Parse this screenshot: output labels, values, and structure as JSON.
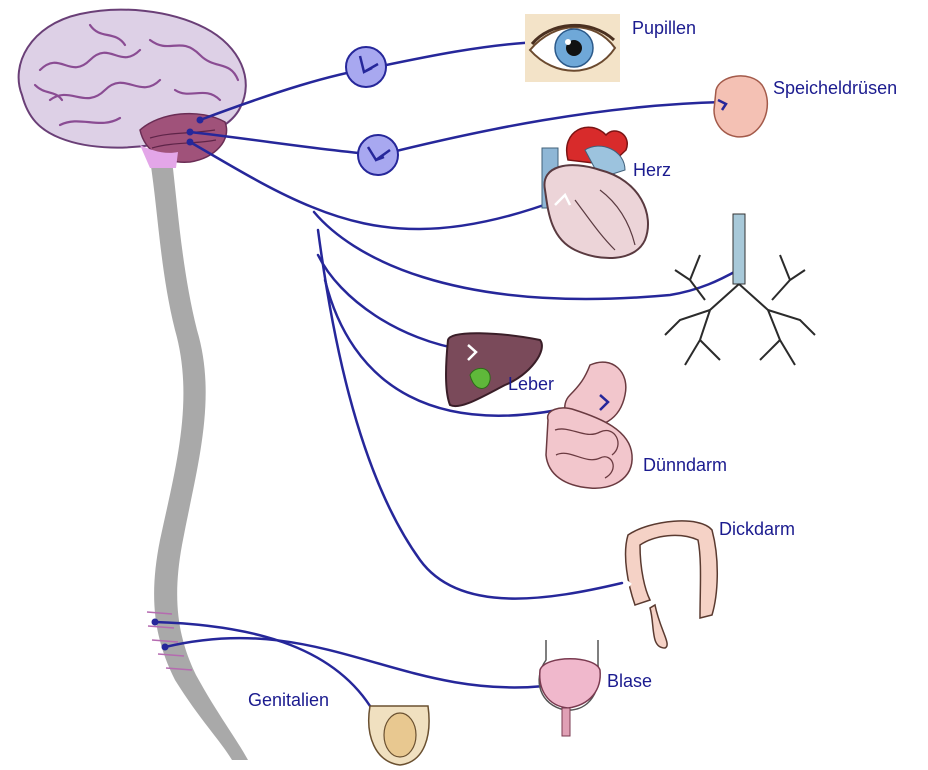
{
  "labels": {
    "pupils": "Pupillen",
    "salivary": "Speicheldrüsen",
    "heart": "Herz",
    "liver": "Leber",
    "small_intestine": "Dünndarm",
    "large_intestine": "Dickdarm",
    "bladder": "Blase",
    "genitals": "Genitalien"
  },
  "colors": {
    "nerve": "#26279a",
    "label": "#1b1b8f",
    "ganglion": "#a8a8f0",
    "spinal_cord": "#a9a9a9",
    "brain": "#d9c7e3",
    "brainstem": "#8a3a80"
  }
}
